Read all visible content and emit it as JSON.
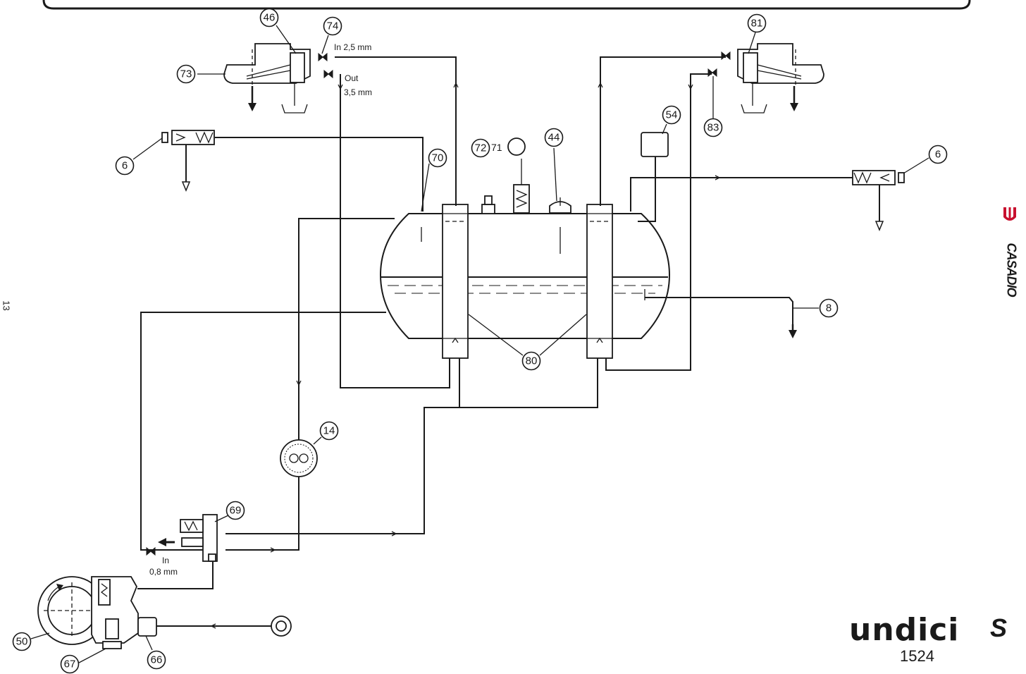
{
  "page": {
    "number": "13"
  },
  "brand": {
    "name": "CASADIO",
    "logo_color": "#c8102e"
  },
  "model": {
    "name": "undici",
    "variant": "S",
    "code": "1524"
  },
  "callouts": {
    "c46": "46",
    "c74": "74",
    "c73": "73",
    "c81": "81",
    "c83": "83",
    "c6_left": "6",
    "c6_right": "6",
    "c70": "70",
    "c72": "72",
    "c71": "71",
    "c44": "44",
    "c54": "54",
    "c8": "8",
    "c80": "80",
    "c14": "14",
    "c69": "69",
    "c50": "50",
    "c67": "67",
    "c66": "66"
  },
  "notes": {
    "in_top": "In  2,5 mm",
    "out_top": "Out",
    "out_size": "3,5 mm",
    "in_bottom": "In",
    "in_bottom_size": "0,8 mm"
  },
  "icons": [
    "valve-icon",
    "solenoid-valve-icon",
    "pressure-gauge-icon",
    "pump-icon",
    "drain-arrow-icon",
    "heat-exchanger-icon",
    "water-inlet-icon"
  ]
}
